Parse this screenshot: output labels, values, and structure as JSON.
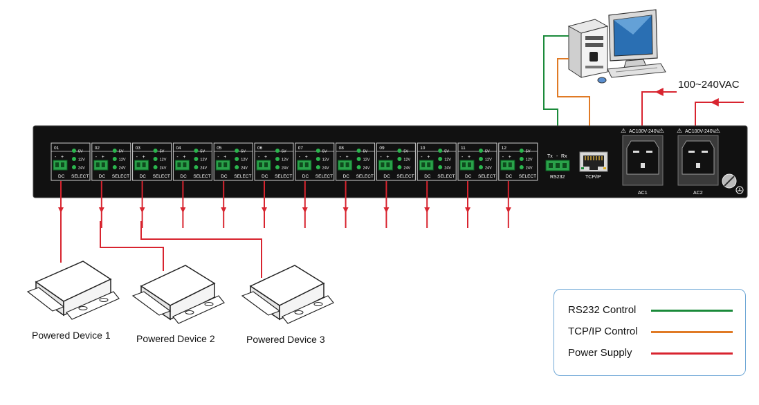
{
  "input_voltage": "100~240VAC",
  "unit": {
    "channels": [
      {
        "num": "01",
        "dc": "DC",
        "select": "SELECT"
      },
      {
        "num": "02",
        "dc": "DC",
        "select": "SELECT"
      },
      {
        "num": "03",
        "dc": "DC",
        "select": "SELECT"
      },
      {
        "num": "04",
        "dc": "DC",
        "select": "SELECT"
      },
      {
        "num": "05",
        "dc": "DC",
        "select": "SELECT"
      },
      {
        "num": "06",
        "dc": "DC",
        "select": "SELECT"
      },
      {
        "num": "07",
        "dc": "DC",
        "select": "SELECT"
      },
      {
        "num": "08",
        "dc": "DC",
        "select": "SELECT"
      },
      {
        "num": "09",
        "dc": "DC",
        "select": "SELECT"
      },
      {
        "num": "10",
        "dc": "DC",
        "select": "SELECT"
      },
      {
        "num": "11",
        "dc": "DC",
        "select": "SELECT"
      },
      {
        "num": "12",
        "dc": "DC",
        "select": "SELECT"
      }
    ],
    "voltages": [
      "5V",
      "12V",
      "24V"
    ],
    "polarity": [
      "-",
      "+"
    ],
    "rs232": {
      "label": "RS232",
      "pins": [
        "Tx",
        "-",
        "Rx"
      ]
    },
    "tcpip": {
      "label": "TCP/IP"
    },
    "ac1": {
      "label": "AC1",
      "rating": "AC100V-240V"
    },
    "ac2": {
      "label": "AC2",
      "rating": "AC100V-240V"
    }
  },
  "devices": [
    {
      "label": "Powered Device 1"
    },
    {
      "label": "Powered Device 2"
    },
    {
      "label": "Powered Device 3"
    }
  ],
  "legend": [
    {
      "label": "RS232 Control",
      "color": "#1a8a3a"
    },
    {
      "label": "TCP/IP Control",
      "color": "#e07a25"
    },
    {
      "label": "Power Supply",
      "color": "#d8242f"
    }
  ],
  "colors": {
    "rs232": "#1a8a3a",
    "tcpip": "#e07a25",
    "power": "#d8242f",
    "panel": "#111111"
  }
}
